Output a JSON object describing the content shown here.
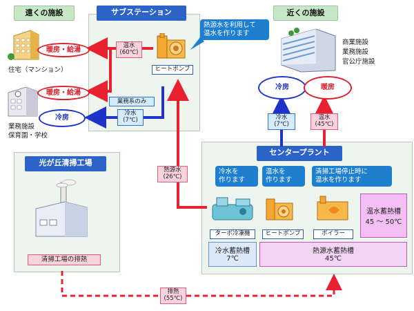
{
  "sections": {
    "far": "遠くの施設",
    "substation": "サブステーション",
    "near": "近くの施設",
    "central": "センタープラント",
    "incinerator": "光が丘清掃工場"
  },
  "far_facilities": {
    "residence": "住宅（マンション）",
    "business_line1": "業務施設",
    "business_line2": "保育園・学校",
    "heating1": "暖房・給湯",
    "heating2": "暖房・給湯",
    "cooling": "冷房"
  },
  "substation": {
    "hot_water_line1": "温水",
    "hot_water_line2": "(60℃)",
    "business_only": "業務系のみ",
    "cold_water_line1": "冷水",
    "cold_water_line2": "(7℃)",
    "heat_pump": "ヒートポンプ",
    "callout_line1": "熱源水を利用して",
    "callout_line2": "温水を作ります"
  },
  "near_facilities": {
    "line1": "商業施設",
    "line2": "業務施設",
    "line3": "官公庁施設",
    "cooling": "冷房",
    "heating": "暖房",
    "cold_water_line1": "冷水",
    "cold_water_line2": "(7℃)",
    "hot_water_line1": "温水",
    "hot_water_line2": "(45℃)"
  },
  "heat_source": {
    "line1": "熱源水",
    "line2": "(26℃)"
  },
  "central": {
    "callout1_line1": "冷水を",
    "callout1_line2": "作ります",
    "callout2_line1": "温水を",
    "callout2_line2": "作ります",
    "callout3_line1": "清掃工場停止時に",
    "callout3_line2": "温水を作ります",
    "turbo": "ターボ冷凍機",
    "heat_pump": "ヒートポンプ",
    "boiler": "ボイラー",
    "hot_tank_line1": "温水蓄熱槽",
    "hot_tank_line2": "45 ～ 50℃",
    "cold_tank_line1": "冷水蓄熱槽",
    "cold_tank_line2": "7℃",
    "heat_tank_line1": "熱源水蓄熱槽",
    "heat_tank_line2": "45℃"
  },
  "incinerator": {
    "exhaust_heat": "清掃工場の排熱"
  },
  "exhaust": {
    "line1": "排熱",
    "line2": "(55℃)"
  },
  "colors": {
    "red": "#e8202f",
    "blue": "#2033c8",
    "panel": "#eef5ee"
  }
}
